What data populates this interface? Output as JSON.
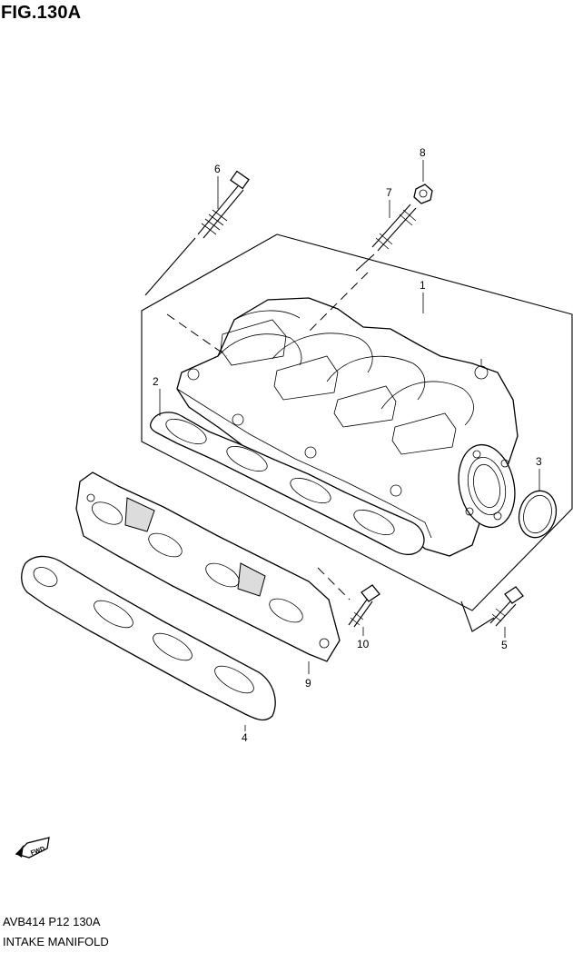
{
  "figure": {
    "title": "FIG.130A"
  },
  "footer": {
    "code": "AVB414 P12 130A",
    "caption": "INTAKE MANIFOLD"
  },
  "callouts": [
    {
      "id": "1",
      "label": "1"
    },
    {
      "id": "2",
      "label": "2"
    },
    {
      "id": "3",
      "label": "3"
    },
    {
      "id": "4",
      "label": "4"
    },
    {
      "id": "5",
      "label": "5"
    },
    {
      "id": "6",
      "label": "6"
    },
    {
      "id": "7",
      "label": "7"
    },
    {
      "id": "8",
      "label": "8"
    },
    {
      "id": "9",
      "label": "9"
    },
    {
      "id": "10",
      "label": "10"
    }
  ],
  "fwd_badge": {
    "text": "FWD"
  }
}
